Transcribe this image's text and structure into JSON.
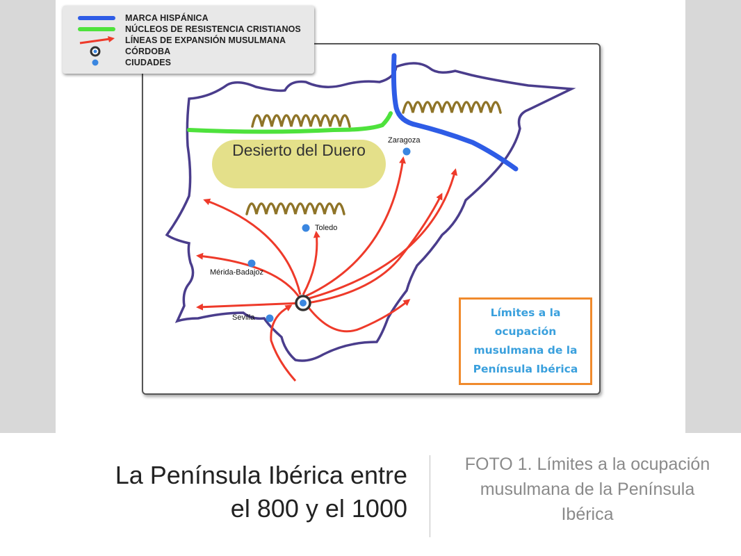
{
  "legend": {
    "items": [
      {
        "label": "MARCA HISPÁNICA",
        "symbol": "blue-line",
        "color": "#2e5ce6"
      },
      {
        "label": "NÚCLEOS DE RESISTENCIA CRISTIANOS",
        "symbol": "green-line",
        "color": "#4ee23c"
      },
      {
        "label": "LÍNEAS DE EXPANSIÓN MUSULMANA",
        "symbol": "red-arrow",
        "color": "#ee3a2a"
      },
      {
        "label": "CÓRDOBA",
        "symbol": "target-circle",
        "color": "#333333"
      },
      {
        "label": "CIUDADES",
        "symbol": "blue-dot",
        "color": "#3a86e0"
      }
    ]
  },
  "map": {
    "desert_label": "Desierto del Duero",
    "cities": [
      {
        "name": "Zaragoza"
      },
      {
        "name": "Toledo"
      },
      {
        "name": "Mérida-Badajoz"
      },
      {
        "name": "Sevilla"
      }
    ],
    "info_box": "Límites a la ocupación musulmana de la Península Ibérica",
    "colors": {
      "coast": "#4a3d8c",
      "frontier_blue": "#2e5ce6",
      "resistance_green": "#4ee23c",
      "expansion_red": "#ee3a2a",
      "mountains": "#8f7428",
      "desert_fill": "#e4e08a",
      "info_border": "#f08a2c",
      "info_text": "#3aa0dd"
    }
  },
  "caption": {
    "title": "La Península Ibérica entre el 800 y el 1000",
    "photo_caption": "FOTO 1. Límites a la ocupación musulmana de la Península Ibérica"
  }
}
